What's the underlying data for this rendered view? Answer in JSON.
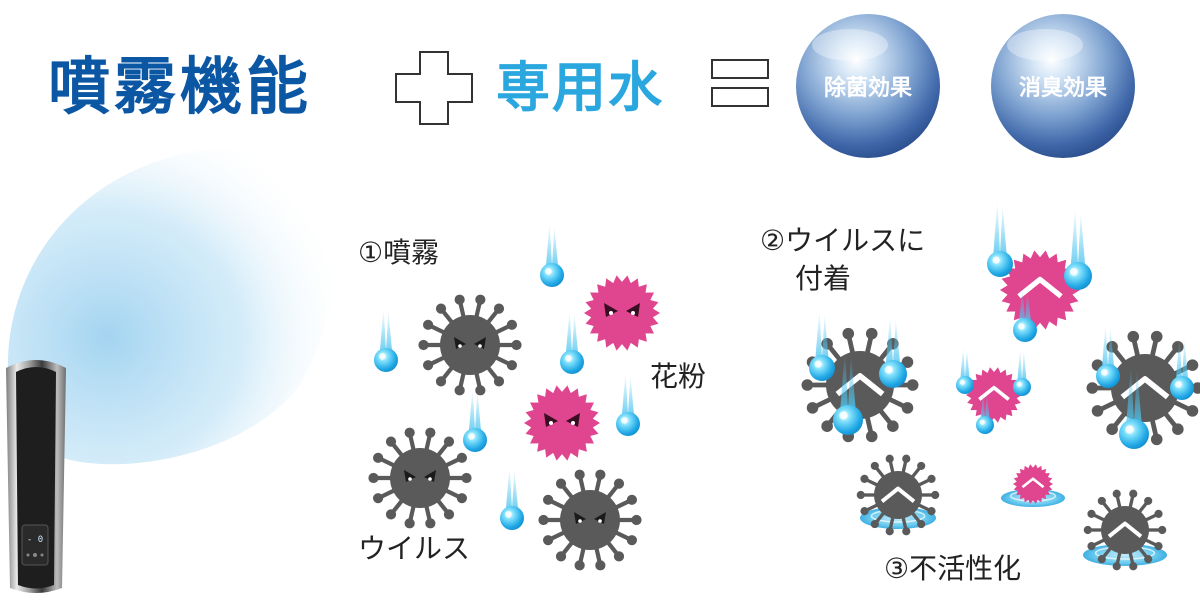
{
  "header": {
    "function_label": "噴霧機能",
    "plus_symbol": "plus-symbol",
    "water_label": "専用水",
    "equals_symbol": "equals-symbol",
    "effects": [
      "除菌効果",
      "消臭効果"
    ]
  },
  "steps": {
    "step1": "①噴霧",
    "step2_line1": "②ウイルスに",
    "step2_line2": "付着",
    "step3": "③不活性化"
  },
  "labels": {
    "pollen": "花粉",
    "virus": "ウイルス"
  },
  "device": {
    "display_readout": "- 0"
  },
  "colors": {
    "title_blue": "#0c57a4",
    "water_blue": "#2aa7df",
    "virus_gray": "#5a5a5a",
    "pollen_pink": "#e0458f",
    "droplet_blue": "#3ec6ef",
    "sphere_blue": "#5f86bf",
    "mist_blue": "#b9def3"
  }
}
